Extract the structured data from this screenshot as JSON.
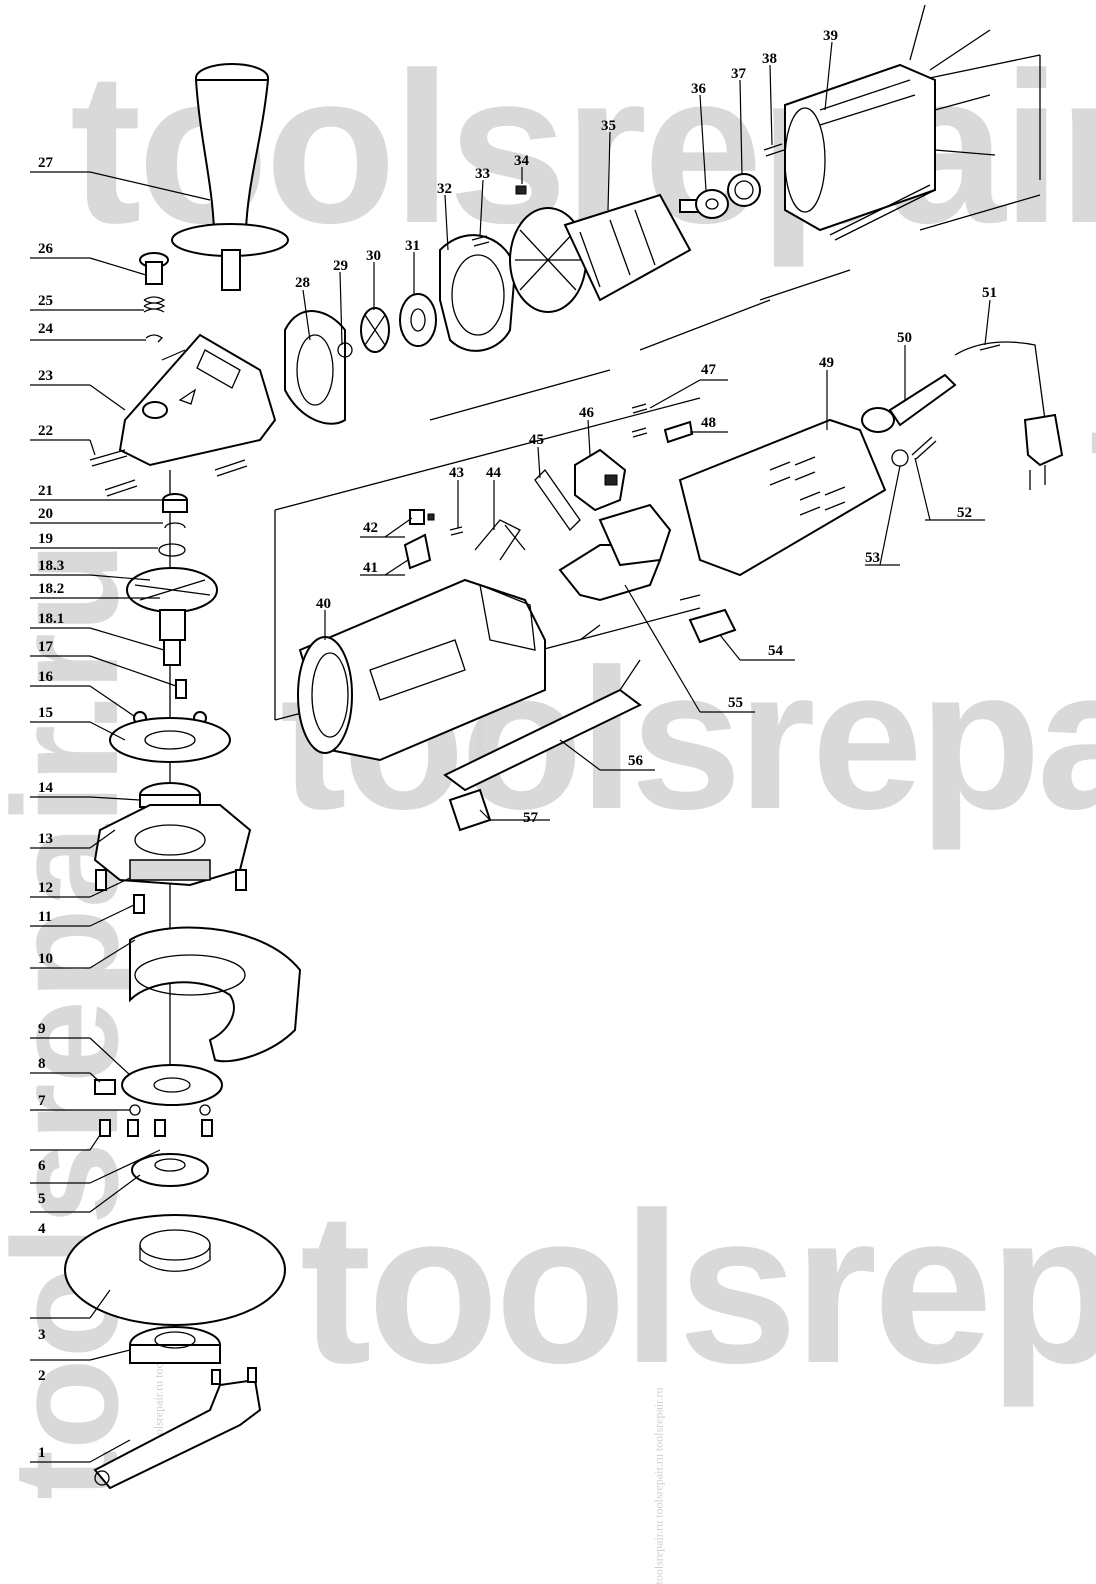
{
  "watermark": {
    "main_text": "toolsrepair.ru",
    "small_text": "toolsrepair.ru toolsrepair.ru toolsrepair.ru"
  },
  "labels": [
    {
      "id": "1",
      "text": "1"
    },
    {
      "id": "2",
      "text": "2"
    },
    {
      "id": "3",
      "text": "3"
    },
    {
      "id": "4",
      "text": "4"
    },
    {
      "id": "5",
      "text": "5"
    },
    {
      "id": "6",
      "text": "6"
    },
    {
      "id": "7",
      "text": "7"
    },
    {
      "id": "8",
      "text": "8"
    },
    {
      "id": "9",
      "text": "9"
    },
    {
      "id": "10",
      "text": "10"
    },
    {
      "id": "11",
      "text": "11"
    },
    {
      "id": "12",
      "text": "12"
    },
    {
      "id": "13",
      "text": "13"
    },
    {
      "id": "14",
      "text": "14"
    },
    {
      "id": "15",
      "text": "15"
    },
    {
      "id": "16",
      "text": "16"
    },
    {
      "id": "17",
      "text": "17"
    },
    {
      "id": "18_1",
      "text": "18.1"
    },
    {
      "id": "18_2",
      "text": "18.2"
    },
    {
      "id": "18_3",
      "text": "18.3"
    },
    {
      "id": "19",
      "text": "19"
    },
    {
      "id": "20",
      "text": "20"
    },
    {
      "id": "21",
      "text": "21"
    },
    {
      "id": "22",
      "text": "22"
    },
    {
      "id": "23",
      "text": "23"
    },
    {
      "id": "24",
      "text": "24"
    },
    {
      "id": "25",
      "text": "25"
    },
    {
      "id": "26",
      "text": "26"
    },
    {
      "id": "27",
      "text": "27"
    },
    {
      "id": "28",
      "text": "28"
    },
    {
      "id": "29",
      "text": "29"
    },
    {
      "id": "30",
      "text": "30"
    },
    {
      "id": "31",
      "text": "31"
    },
    {
      "id": "32",
      "text": "32"
    },
    {
      "id": "33",
      "text": "33"
    },
    {
      "id": "34",
      "text": "34"
    },
    {
      "id": "35",
      "text": "35"
    },
    {
      "id": "36",
      "text": "36"
    },
    {
      "id": "37",
      "text": "37"
    },
    {
      "id": "38",
      "text": "38"
    },
    {
      "id": "39",
      "text": "39"
    },
    {
      "id": "40",
      "text": "40"
    },
    {
      "id": "41",
      "text": "41"
    },
    {
      "id": "42",
      "text": "42"
    },
    {
      "id": "43",
      "text": "43"
    },
    {
      "id": "44",
      "text": "44"
    },
    {
      "id": "45",
      "text": "45"
    },
    {
      "id": "46",
      "text": "46"
    },
    {
      "id": "47",
      "text": "47"
    },
    {
      "id": "48",
      "text": "48"
    },
    {
      "id": "49",
      "text": "49"
    },
    {
      "id": "50",
      "text": "50"
    },
    {
      "id": "51",
      "text": "51"
    },
    {
      "id": "52",
      "text": "52"
    },
    {
      "id": "53",
      "text": "53"
    },
    {
      "id": "54",
      "text": "54"
    },
    {
      "id": "55",
      "text": "55"
    },
    {
      "id": "56",
      "text": "56"
    },
    {
      "id": "57",
      "text": "57"
    }
  ]
}
